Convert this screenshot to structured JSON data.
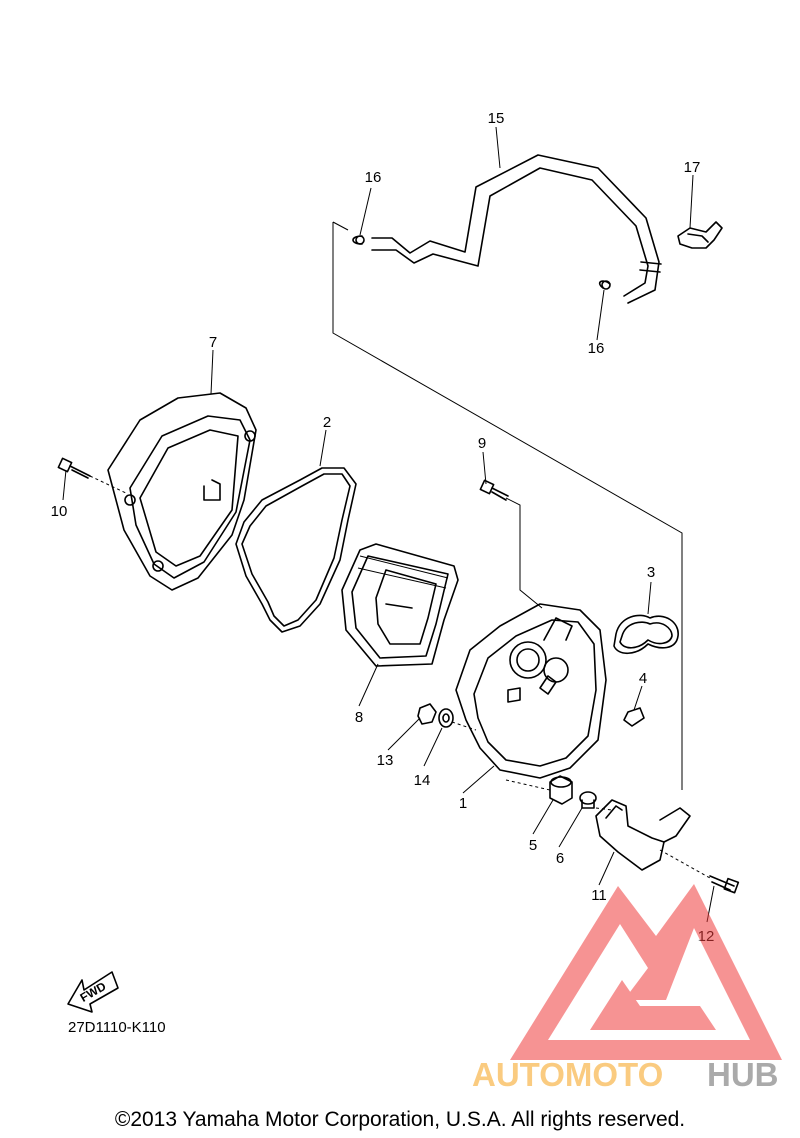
{
  "callouts": {
    "c1": "1",
    "c2": "2",
    "c3": "3",
    "c4": "4",
    "c5": "5",
    "c6": "6",
    "c7": "7",
    "c8": "8",
    "c9": "9",
    "c10": "10",
    "c11": "11",
    "c12": "12",
    "c13": "13",
    "c14": "14",
    "c15": "15",
    "c16a": "16",
    "c16b": "16",
    "c17": "17"
  },
  "fwd_label": "FWD",
  "drawing_code": "27D1110-K110",
  "copyright": "©2013 Yamaha Motor Corporation, U.S.A. All rights reserved.",
  "watermark": {
    "part1": "AUTOMOTO",
    "part2": "HUB",
    "color_primary": "#f6a21a",
    "color_secondary": "#666666",
    "logo_color": "#f03c3c"
  }
}
